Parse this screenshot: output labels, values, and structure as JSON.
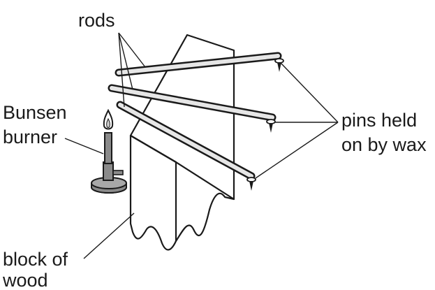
{
  "labels": {
    "rods": "rods",
    "bunsen_line1": "Bunsen",
    "bunsen_line2": "burner",
    "pins_line1": "pins held",
    "pins_line2": "on by wax",
    "block_line1": "block of",
    "block_line2": "wood"
  },
  "colors": {
    "ink": "#1a1a1a",
    "rod_fill": "#cfcfcf",
    "burner_fill": "#8a8a8a",
    "flame_fill": "#ffffff",
    "background": "#ffffff"
  }
}
